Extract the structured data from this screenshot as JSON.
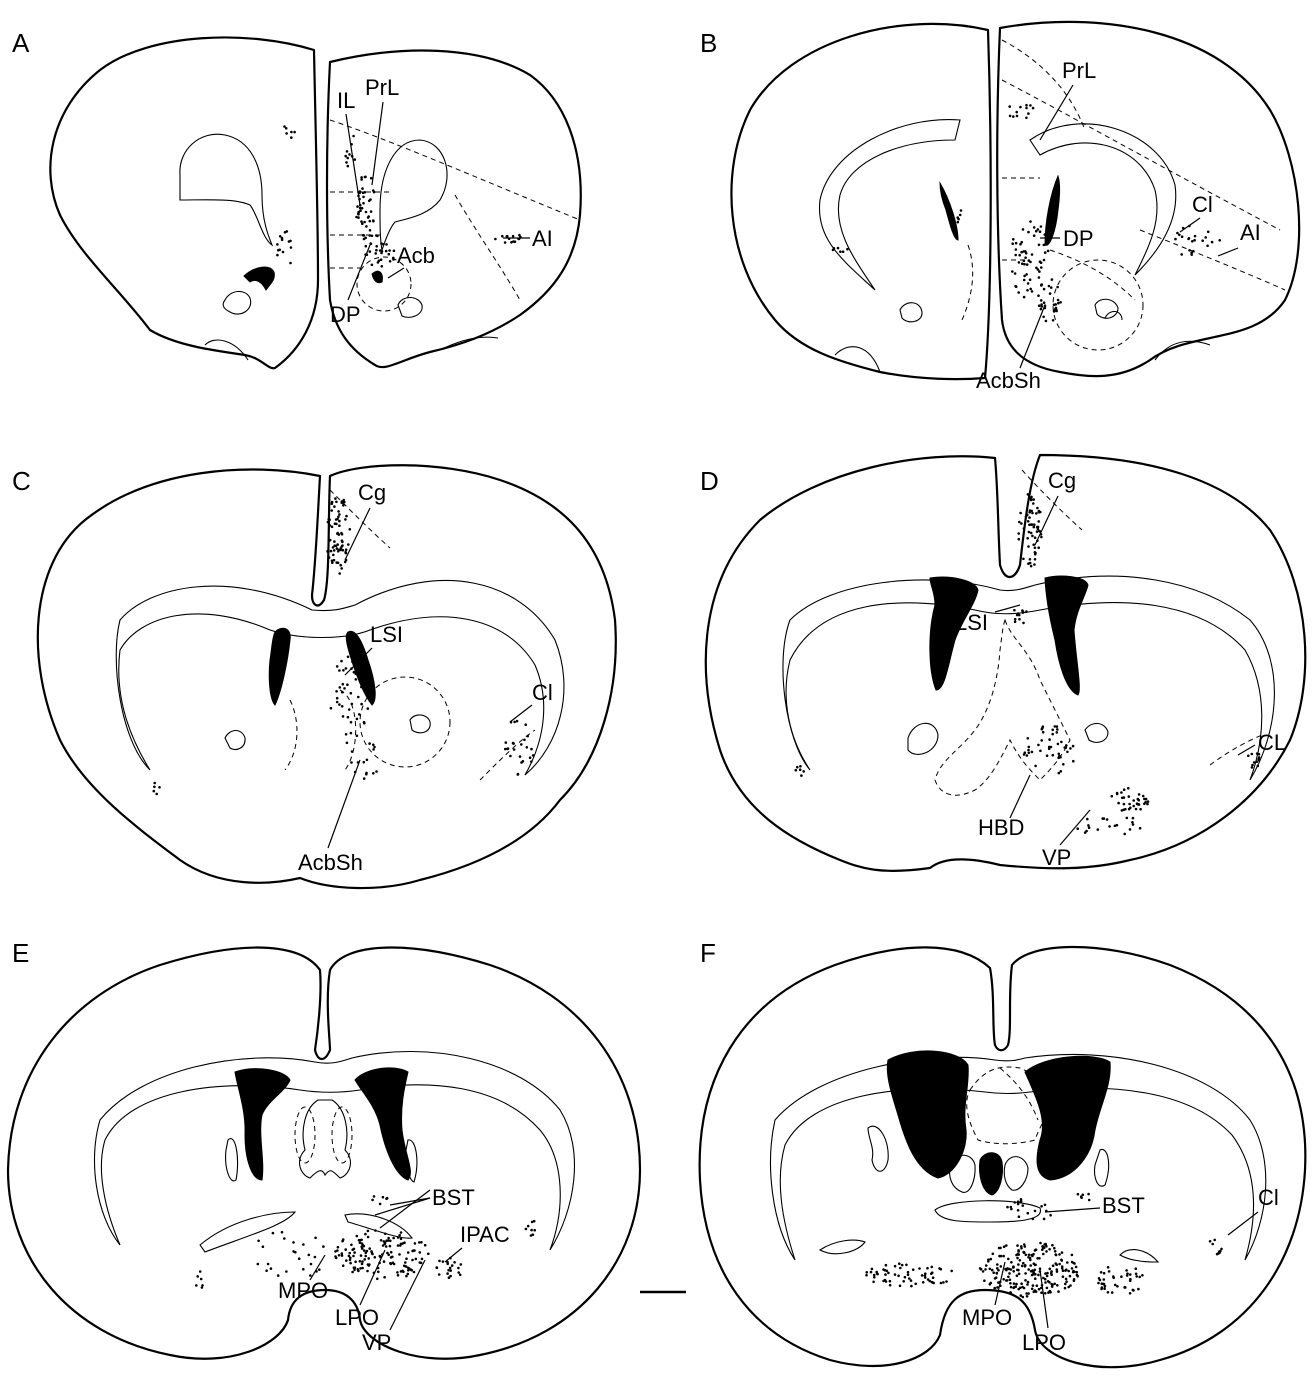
{
  "panels": [
    {
      "id": "A",
      "label": "A",
      "regions": [
        "IL",
        "PrL",
        "Acb",
        "AI",
        "DP"
      ]
    },
    {
      "id": "B",
      "label": "B",
      "regions": [
        "PrL",
        "Cl",
        "DP",
        "AI",
        "AcbSh"
      ]
    },
    {
      "id": "C",
      "label": "C",
      "regions": [
        "Cg",
        "LSI",
        "Cl",
        "AcbSh"
      ]
    },
    {
      "id": "D",
      "label": "D",
      "regions": [
        "Cg",
        "LSI",
        "CL",
        "HBD",
        "VP"
      ]
    },
    {
      "id": "E",
      "label": "E",
      "regions": [
        "BST",
        "IPAC",
        "MPO",
        "LPO",
        "VP"
      ]
    },
    {
      "id": "F",
      "label": "F",
      "regions": [
        "BST",
        "Cl",
        "MPO",
        "LPO"
      ]
    }
  ],
  "scale_bar": {
    "label": ""
  },
  "colors": {
    "ink": "#000000",
    "background": "#ffffff"
  }
}
